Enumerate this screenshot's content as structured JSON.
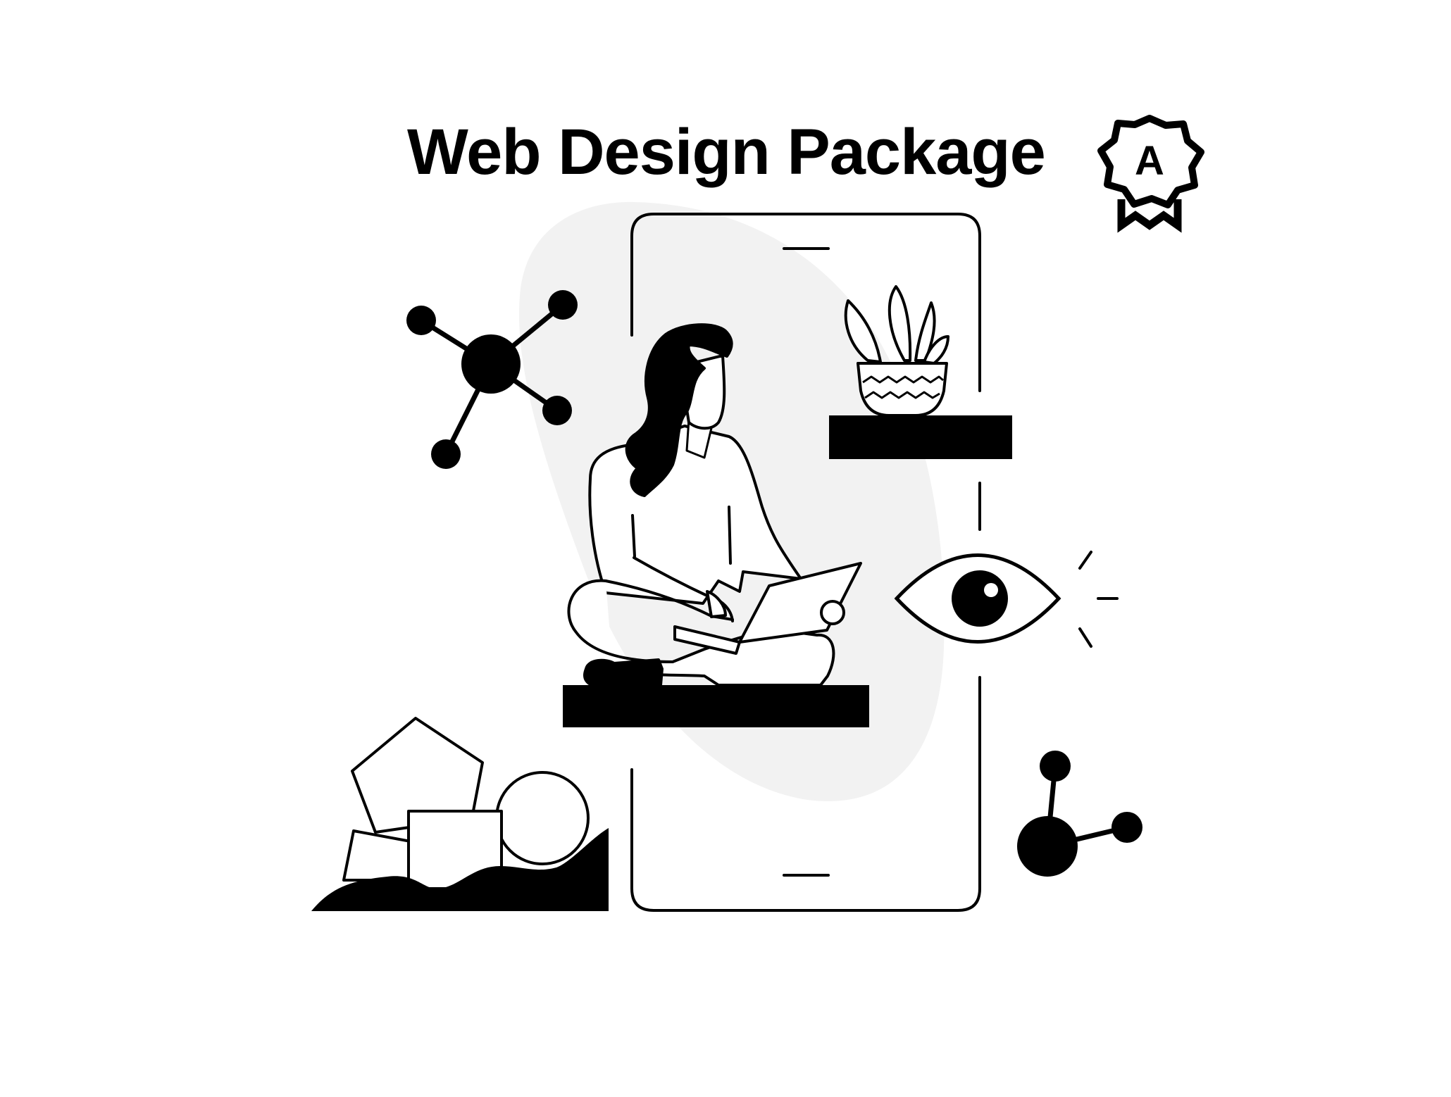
{
  "title": "Web Design Package",
  "badge": {
    "letter": "A",
    "icon": "award-ribbon-icon"
  },
  "colors": {
    "ink": "#000000",
    "background": "#ffffff",
    "blob": "#f2f2f2"
  },
  "icons": [
    "molecule-icon",
    "smartphone-icon",
    "potted-plant-icon",
    "woman-with-laptop-illustration",
    "eye-icon",
    "geometric-shapes-icon"
  ]
}
